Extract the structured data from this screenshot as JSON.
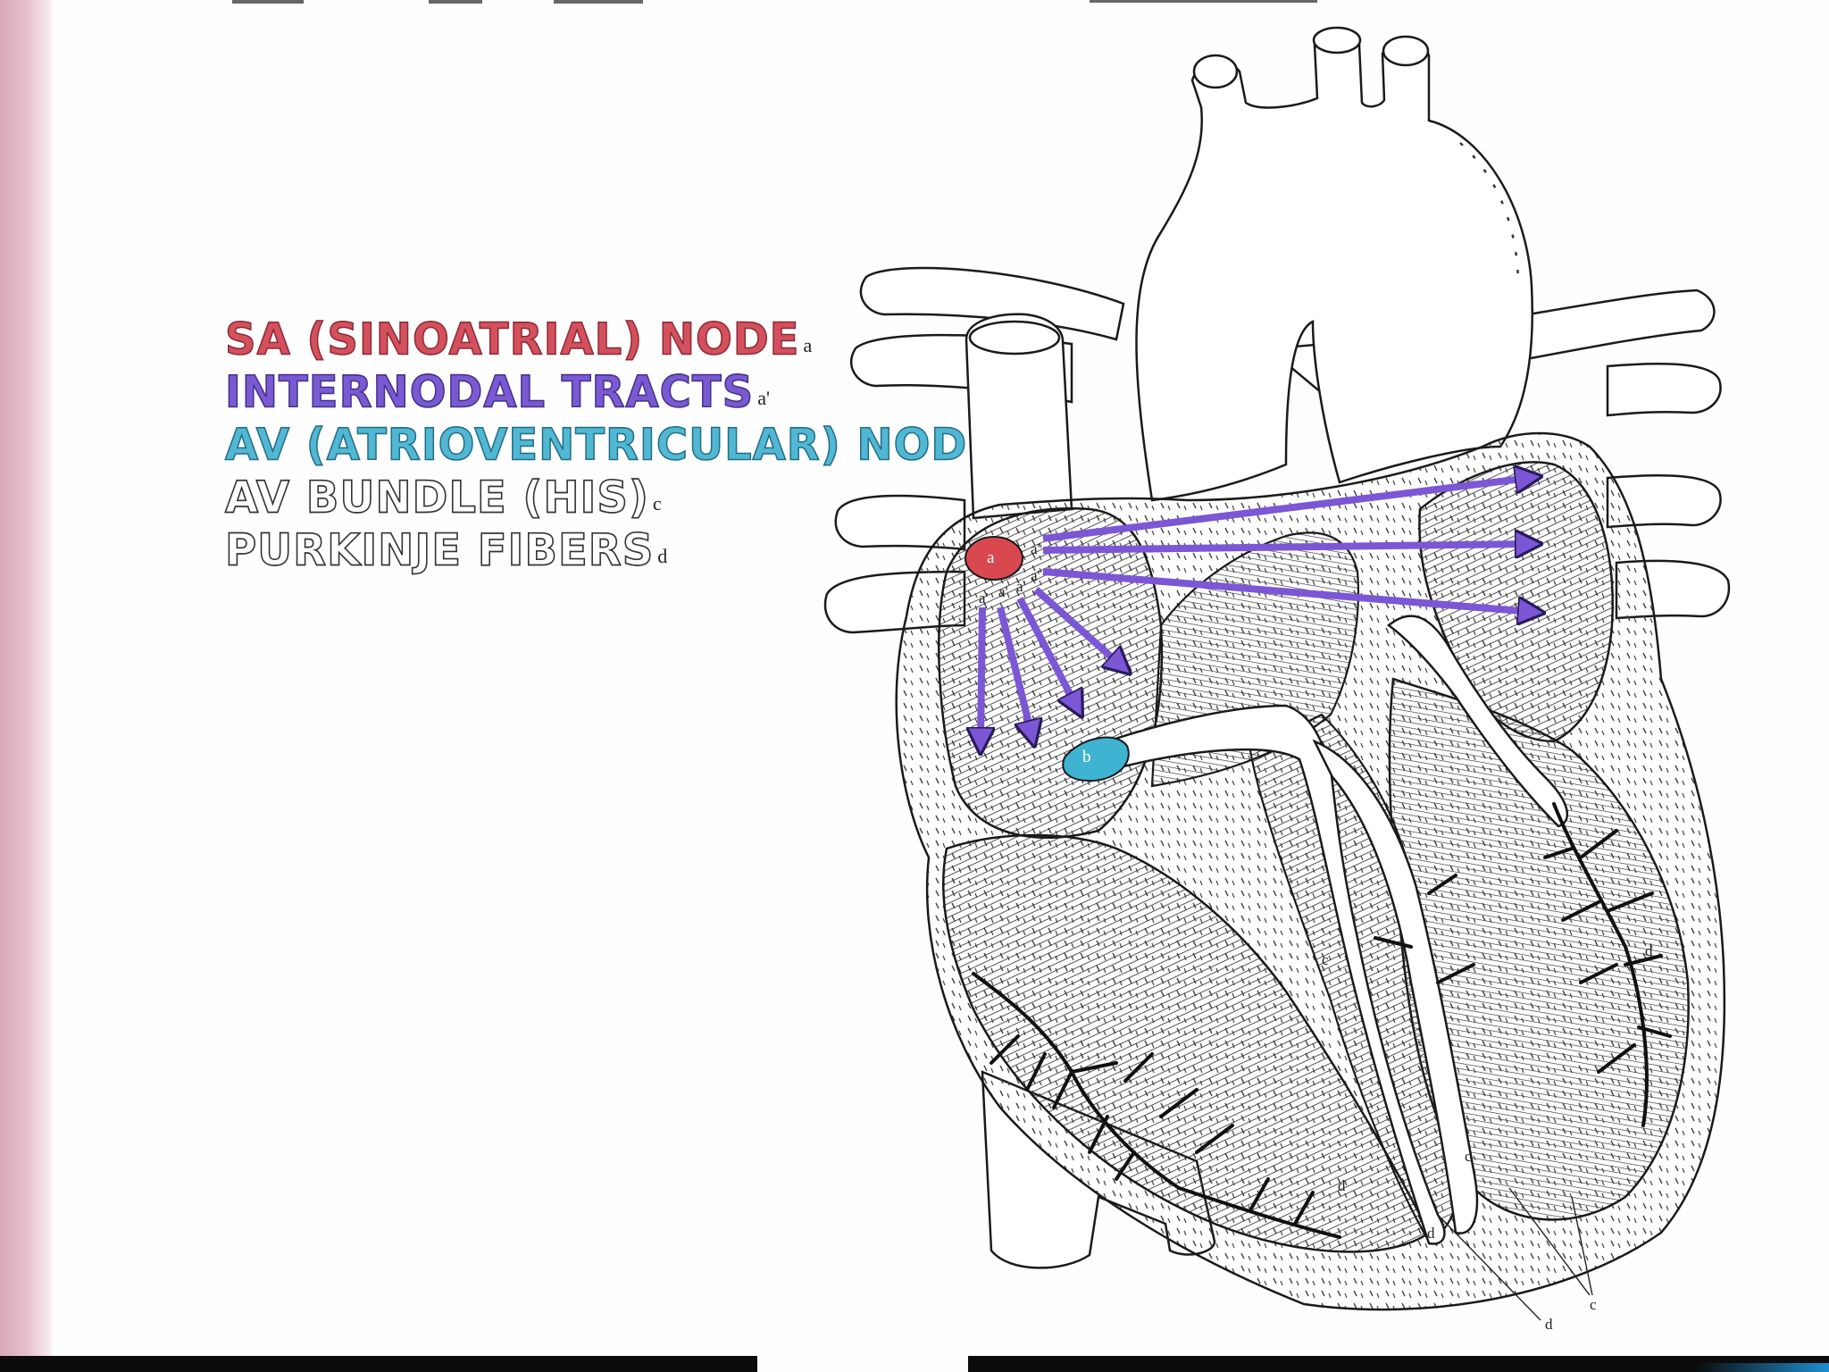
{
  "legend": [
    {
      "text": "SA (SINOATRIAL) NODE",
      "key": "a",
      "color": "#d4505c"
    },
    {
      "text": "INTERNODAL TRACTS",
      "key": "a'",
      "color": "#7a5ad2"
    },
    {
      "text": "AV (ATRIOVENTRICULAR) NODE",
      "key": "b",
      "color": "#52b7d3"
    },
    {
      "text": "AV BUNDLE (HIS)",
      "key": "c",
      "color": "#ffffff"
    },
    {
      "text": "PURKINJE FIBERS",
      "key": "d",
      "color": "#ffffff"
    }
  ],
  "diagram": {
    "sa_node_label": "a",
    "av_node_label": "b",
    "tract_labels": [
      "a'",
      "a'",
      "a'",
      "a'",
      "a'"
    ],
    "bundle_labels": [
      "c",
      "c",
      "c"
    ],
    "fiber_labels": [
      "d",
      "d",
      "d",
      "d"
    ],
    "colors": {
      "sa_node": "#d9474f",
      "tracts": "#7b57d6",
      "av_node": "#3fb4d2",
      "line": "#1a1a1a"
    }
  }
}
